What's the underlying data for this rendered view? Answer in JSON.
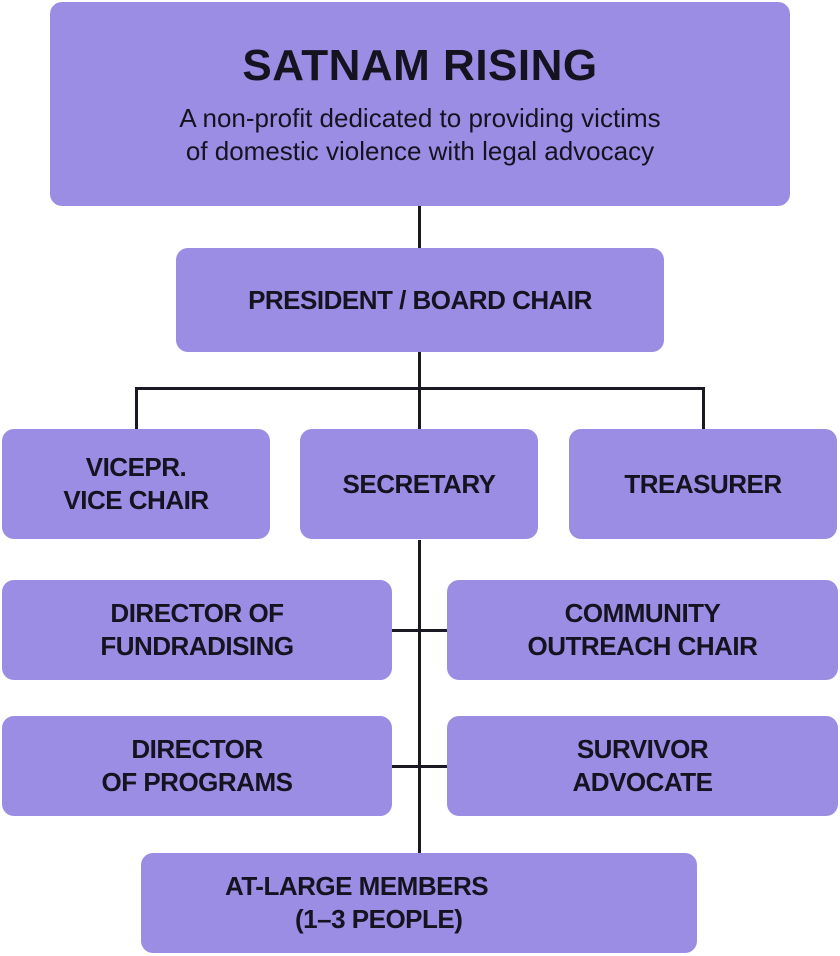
{
  "chart_data": {
    "type": "org-chart",
    "title": "SATNAM RISING",
    "subtitle_lines": [
      "A non-profit dedicated to providing victims",
      "of domestic violence with legal advocacy"
    ],
    "nodes": [
      {
        "id": "org",
        "lines": [
          "SATNAM RISING"
        ],
        "parent": null
      },
      {
        "id": "president",
        "lines": [
          "PRESIDENT / BOARD CHAIR"
        ],
        "parent": "org"
      },
      {
        "id": "vice",
        "lines": [
          "VICEPR.",
          "VICE CHAIR"
        ],
        "parent": "president"
      },
      {
        "id": "secretary",
        "lines": [
          "SECRETARY"
        ],
        "parent": "president"
      },
      {
        "id": "treasurer",
        "lines": [
          "TREASURER"
        ],
        "parent": "president"
      },
      {
        "id": "fundraising",
        "lines": [
          "DIRECTOR OF",
          "FUNDRADISING"
        ],
        "parent": "secretary"
      },
      {
        "id": "outreach",
        "lines": [
          "COMMUNITY",
          "OUTREACH CHAIR"
        ],
        "parent": "secretary"
      },
      {
        "id": "programs",
        "lines": [
          "DIRECTOR",
          "OF PROGRAMS"
        ],
        "parent": "secretary"
      },
      {
        "id": "advocate",
        "lines": [
          "SURVIVOR",
          "ADVOCATE"
        ],
        "parent": "secretary"
      },
      {
        "id": "atlarge",
        "lines": [
          "AT-LARGE MEMBERS",
          "(1–3 PEOPLE)"
        ],
        "parent": "secretary"
      }
    ]
  },
  "colors": {
    "box_fill": "#9b8ce4",
    "text": "#15131f",
    "connector": "#1a1822",
    "background": "#ffffff"
  }
}
